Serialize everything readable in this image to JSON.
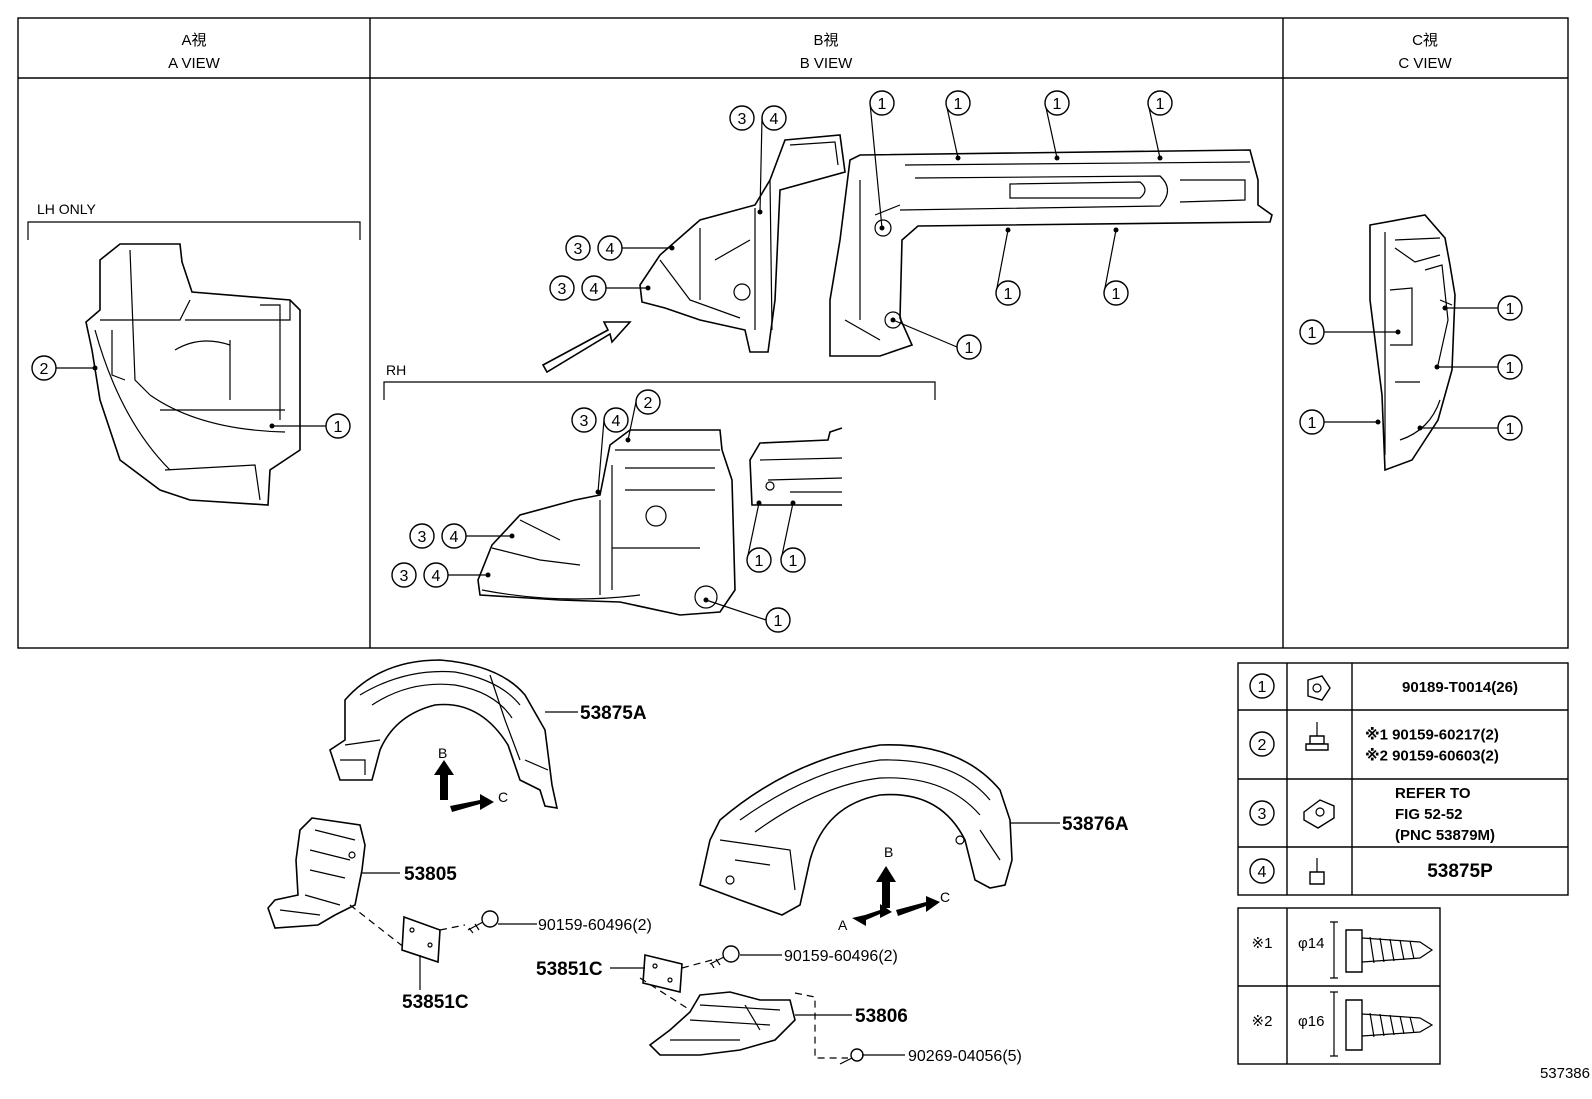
{
  "views": {
    "a": {
      "jp": "A視",
      "en": "A VIEW"
    },
    "b": {
      "jp": "B視",
      "en": "B VIEW"
    },
    "c": {
      "jp": "C視",
      "en": "C VIEW"
    }
  },
  "labels": {
    "lh_only": "LH ONLY",
    "rh": "RH"
  },
  "callouts": {
    "one": "1",
    "two": "2",
    "three": "3",
    "four": "4"
  },
  "parts": {
    "p53875A": "53875A",
    "p53876A": "53876A",
    "p53805": "53805",
    "p53806": "53806",
    "p53851C_left": "53851C",
    "p53851C_right": "53851C",
    "bolt_left": "90159-60496(2)",
    "bolt_right": "90159-60496(2)",
    "screw_bottom": "90269-04056(5)"
  },
  "arrows": {
    "a": "A",
    "b": "B",
    "c": "C"
  },
  "legend": {
    "rows": [
      {
        "num": "1",
        "lines": [
          "90189-T0014(26)"
        ]
      },
      {
        "num": "2",
        "lines": [
          "※1 90159-60217(2)",
          "※2 90159-60603(2)"
        ]
      },
      {
        "num": "3",
        "lines": [
          "REFER TO",
          "FIG 52-52",
          "(PNC 53879M)"
        ]
      },
      {
        "num": "4",
        "lines": [
          "53875P"
        ]
      }
    ],
    "screws": [
      {
        "mark": "※1",
        "dia": "φ14"
      },
      {
        "mark": "※2",
        "dia": "φ16"
      }
    ]
  },
  "figure_id": "537386"
}
